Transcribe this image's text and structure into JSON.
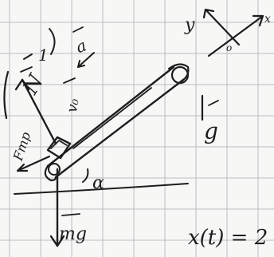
{
  "colors": {
    "paper": "#f7f7f5",
    "grid": "#b9bcc4",
    "ink": "#1d1d1f"
  },
  "labels": {
    "axis_y": "y",
    "axis_x": "x",
    "axis_origin": "o",
    "accel": "a",
    "one": "1",
    "normal": "N",
    "velocity": "v₀",
    "gravity_field": "g",
    "friction": "Fтр",
    "angle": "α",
    "weight": "mg",
    "equation": "x(t) = 2"
  }
}
